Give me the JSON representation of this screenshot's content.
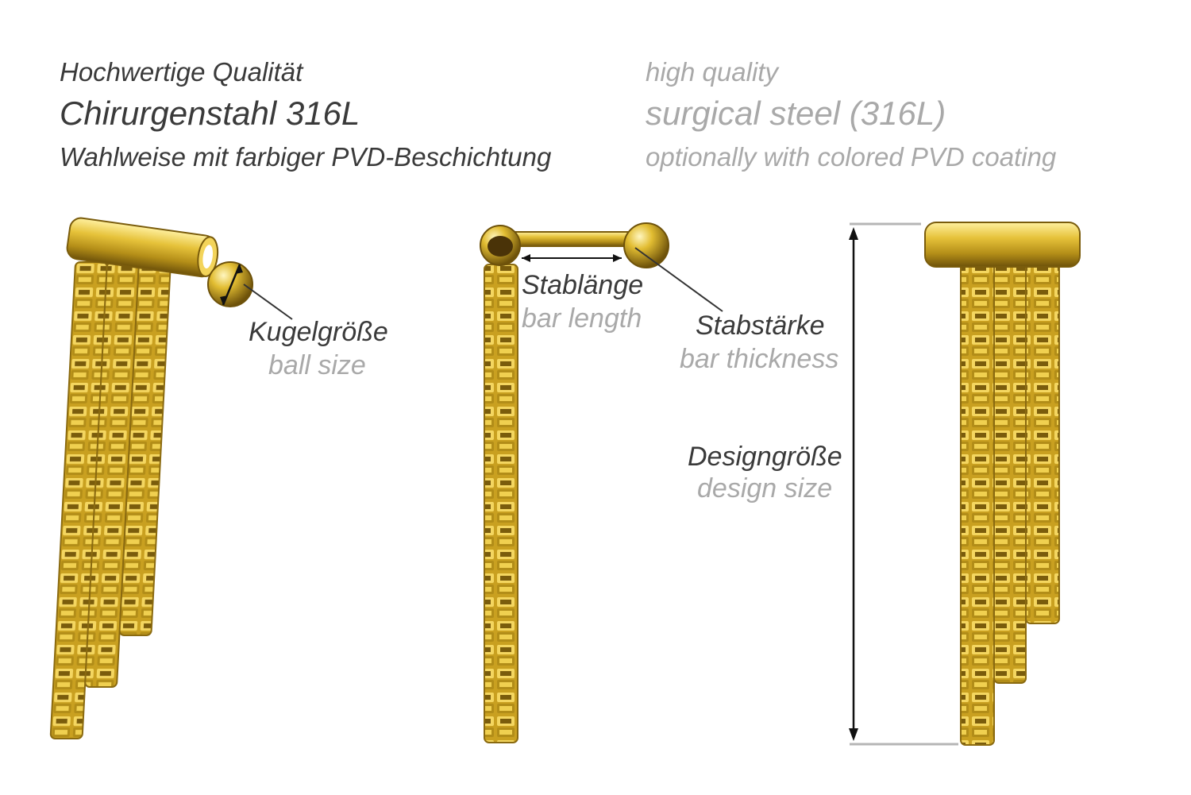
{
  "header": {
    "de_quality": "Hochwertige Qualität",
    "de_material": "Chirurgenstahl 316L",
    "de_coating": "Wahlweise mit farbiger PVD-Beschichtung",
    "en_quality": "high quality",
    "en_material": "surgical steel (316L)",
    "en_coating": "optionally with colored PVD coating"
  },
  "labels": {
    "ball_size_de": "Kugelgröße",
    "ball_size_en": "ball size",
    "bar_length_de": "Stablänge",
    "bar_length_en": "bar length",
    "bar_thickness_de": "Stabstärke",
    "bar_thickness_en": "bar thickness",
    "design_size_de": "Designgröße",
    "design_size_en": "design size"
  },
  "colors": {
    "gold_light": "#f5dc6a",
    "gold_mid": "#d9b52c",
    "gold_dark": "#8a6a10",
    "text_dark": "#3a3a3a",
    "text_light": "#a9a9a9"
  }
}
